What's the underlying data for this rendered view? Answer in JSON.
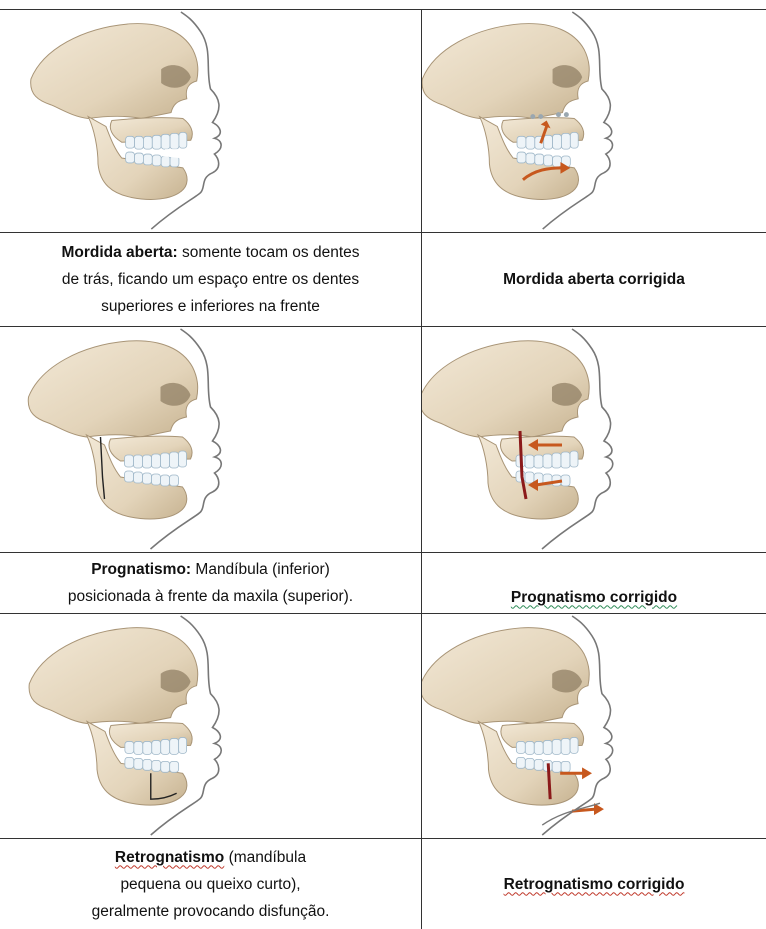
{
  "rows": [
    {
      "left_caption": {
        "bold": "Mordida aberta:",
        "lines": [
          "somente tocam os dentes",
          "de trás, ficando um espaço entre os dentes",
          "superiores e inferiores na frente"
        ]
      },
      "right_caption": "Mordida aberta corrigida"
    },
    {
      "left_caption": {
        "bold": "Prognatismo:",
        "lines": [
          "Mandíbula (inferior)",
          "posicionada à frente da maxila (superior)."
        ]
      },
      "right_caption": "Prognatismo corrigido"
    },
    {
      "left_caption": {
        "bold": "Retrognatismo",
        "lines": [
          "(mandíbula",
          "pequena ou queixo curto),",
          "geralmente provocando disfunção."
        ]
      },
      "right_caption": "Retrognatismo corrigido"
    }
  ],
  "illustrations": [
    {
      "name": "skull-open-bite",
      "depicts": "skull profile with open bite"
    },
    {
      "name": "skull-open-bite-corrected",
      "depicts": "skull profile open bite corrected with arrows"
    },
    {
      "name": "skull-prognathism",
      "depicts": "skull profile prognathism with cut line"
    },
    {
      "name": "skull-prognathism-corrected",
      "depicts": "skull profile prognathism corrected with arrows"
    },
    {
      "name": "skull-retrognathism",
      "depicts": "skull profile retrognathism with cut line"
    },
    {
      "name": "skull-retrognathism-corrected",
      "depicts": "skull profile retrognathism corrected with arrows"
    }
  ],
  "colors": {
    "bone": "#e9dcc6",
    "bone_shadow": "#c9b89b",
    "teeth": "#eef4f8",
    "teeth_edge": "#9fb7c8",
    "arrow": "#c7581e",
    "cut": "#8b1a1a",
    "line": "#333333"
  }
}
